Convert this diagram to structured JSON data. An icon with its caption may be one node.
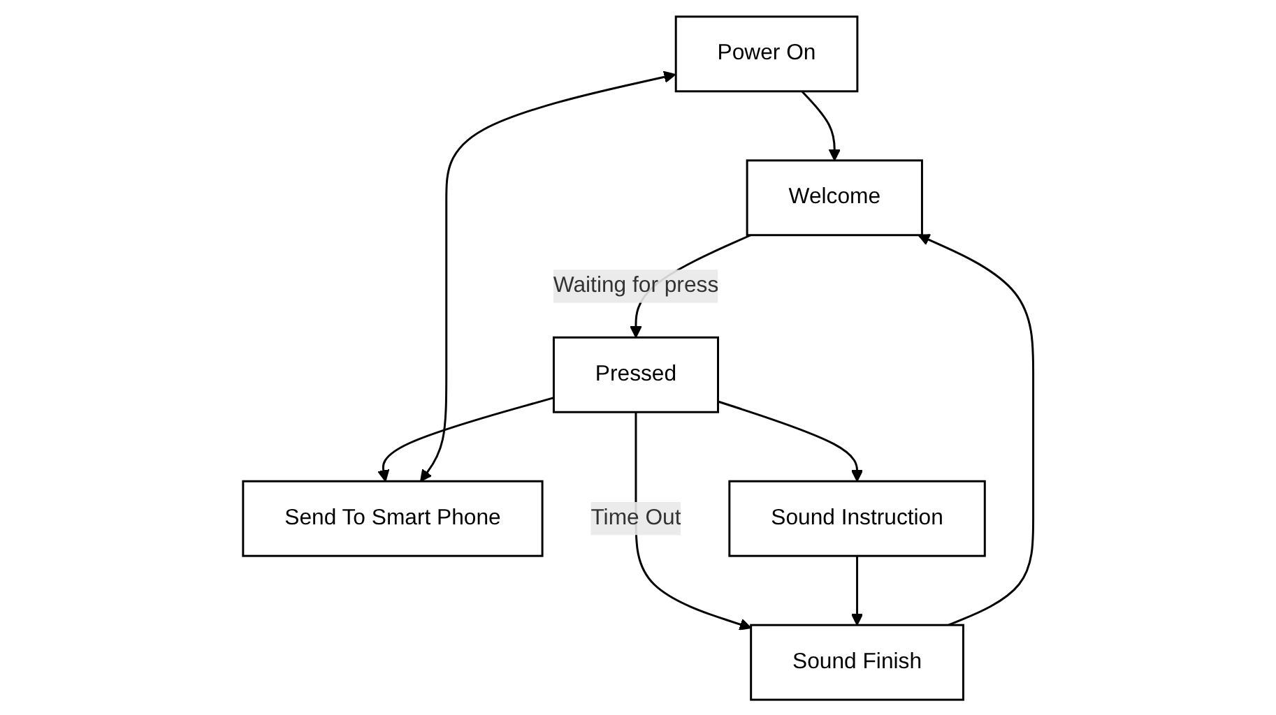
{
  "diagram": {
    "nodes": [
      {
        "text": [
          "Power On"
        ]
      },
      {
        "text": [
          "Welcome"
        ]
      },
      {
        "text": [
          "Send To Smart Phone"
        ]
      },
      {
        "text": [
          "Pressed"
        ]
      },
      {
        "text": [
          "Sound Instruction"
        ]
      },
      {
        "text": [
          "Sound Finish"
        ]
      }
    ],
    "edges": [
      {
        "from": 0,
        "to": 1,
        "arrow": "to"
      },
      {
        "from": 1,
        "to": 3,
        "arrow": "to",
        "label": "Waiting for press"
      },
      {
        "from": 3,
        "to": 2,
        "arrow": "to"
      },
      {
        "from": 3,
        "to": 4,
        "arrow": "to"
      },
      {
        "from": 3,
        "to": 5,
        "arrow": "to",
        "label": "Time Out"
      },
      {
        "from": 4,
        "to": 5,
        "arrow": "to"
      },
      {
        "from": 5,
        "to": 1,
        "arrow": "to"
      },
      {
        "from": 0,
        "to": 2,
        "arrow": "both"
      }
    ]
  }
}
